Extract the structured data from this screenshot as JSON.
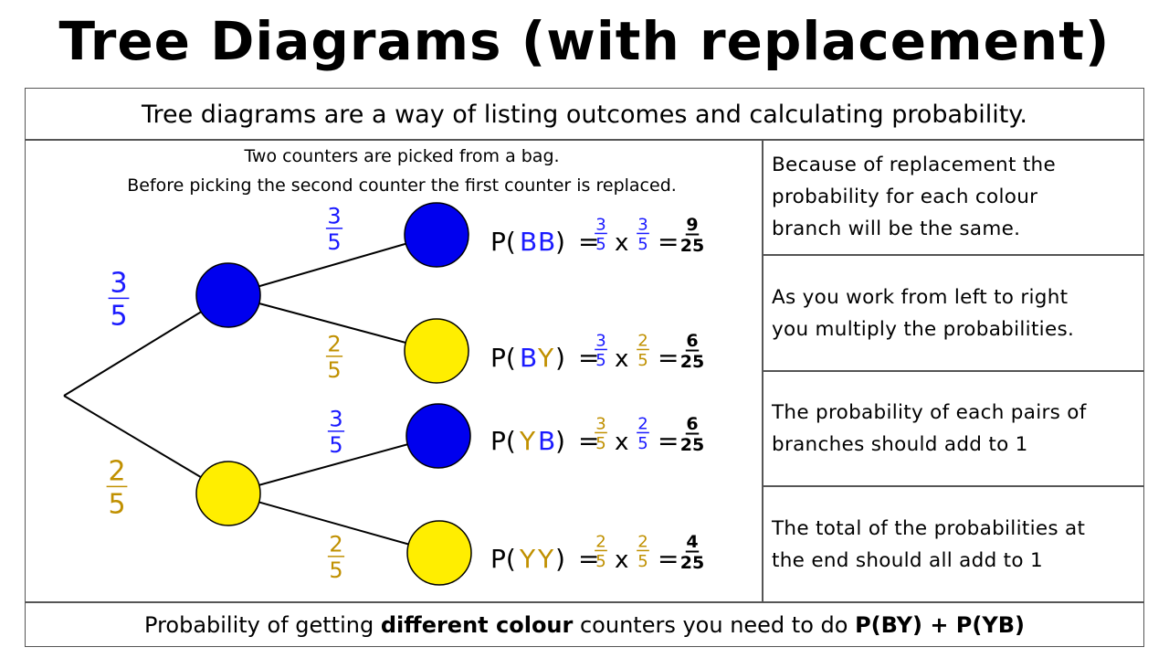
{
  "title": "Tree Diagrams (with replacement)",
  "intro": "Tree diagrams are a way of listing outcomes and calculating probability.",
  "scenario": {
    "line1": "Two counters are picked from a bag.",
    "line2": "Before picking the second counter the first counter is replaced."
  },
  "colors": {
    "blue": "#0000ee",
    "yellow": "#ffee00",
    "blue_text": "#1a1aff",
    "yellow_text": "#c09000"
  },
  "tree": {
    "first": [
      {
        "color": "blue",
        "prob_num": "3",
        "prob_den": "5"
      },
      {
        "color": "yellow",
        "prob_num": "2",
        "prob_den": "5"
      }
    ],
    "second": [
      {
        "color": "blue",
        "prob_num": "3",
        "prob_den": "5"
      },
      {
        "color": "yellow",
        "prob_num": "2",
        "prob_den": "5"
      },
      {
        "color": "blue",
        "prob_num": "3",
        "prob_den": "5"
      },
      {
        "color": "yellow",
        "prob_num": "2",
        "prob_den": "5"
      }
    ]
  },
  "outcomes": [
    {
      "p_open": "P(",
      "l1": "B",
      "l2": "B",
      "p_close": ")",
      "eq": "=",
      "f1n": "3",
      "f1d": "5",
      "times": "x",
      "f2n": "3",
      "f2d": "5",
      "eq2": "=",
      "rn": "9",
      "rd": "25"
    },
    {
      "p_open": "P(",
      "l1": "B",
      "l2": "Y",
      "p_close": ")",
      "eq": "=",
      "f1n": "3",
      "f1d": "5",
      "times": "x",
      "f2n": "2",
      "f2d": "5",
      "eq2": "=",
      "rn": "6",
      "rd": "25"
    },
    {
      "p_open": "P(",
      "l1": "Y",
      "l2": "B",
      "p_close": ")",
      "eq": "=",
      "f1n": "3",
      "f1d": "5",
      "times": "x",
      "f2n": "2",
      "f2d": "5",
      "eq2": "=",
      "rn": "6",
      "rd": "25"
    },
    {
      "p_open": "P(",
      "l1": "Y",
      "l2": "Y",
      "p_close": ")",
      "eq": "=",
      "f1n": "2",
      "f1d": "5",
      "times": "x",
      "f2n": "2",
      "f2d": "5",
      "eq2": "=",
      "rn": "4",
      "rd": "25"
    }
  ],
  "notes": [
    [
      "Because of replacement the",
      "probability for each colour",
      "branch will be the same."
    ],
    [
      "As you work from left to right",
      "you multiply the probabilities."
    ],
    [
      "The probability of each pairs of",
      "branches should add to 1"
    ],
    [
      "The total of the probabilities at",
      "the end should all add to 1"
    ]
  ],
  "bottom": {
    "pre": "Probability of getting ",
    "bold": "different colour",
    "mid": " counters you need to do ",
    "formula": "P(BY) + P(YB)"
  }
}
